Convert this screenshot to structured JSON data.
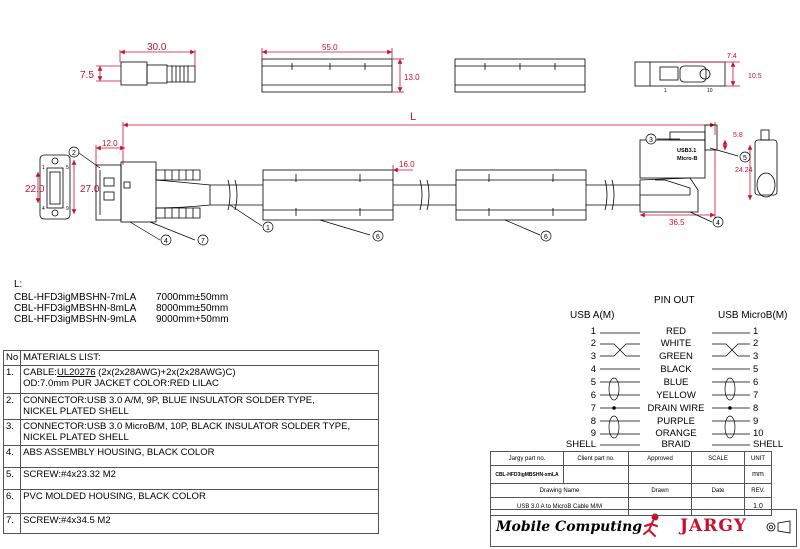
{
  "dimensions": {
    "top_conn_len": "30.0",
    "top_conn_h": "7.5",
    "housing_len": "55.0",
    "housing_h": "13.0",
    "micro_w": "7.4",
    "micro_h": "10.5",
    "micro_pin1": "1",
    "micro_pin10": "10",
    "overall_len": "L",
    "side_12": "12.0",
    "side_22": "22.0",
    "side_27": "27.0",
    "pin5": "5",
    "pin9": "9",
    "pin1": "1",
    "pin4": "4",
    "housing_16": "16.0",
    "ra_58": "5.8",
    "ra_2424": "24.24",
    "ra_365": "36.5",
    "plug_label1": "USB3.1",
    "plug_label2": "Micro-B"
  },
  "callouts": [
    "1",
    "2",
    "3",
    "4",
    "5",
    "6",
    "7"
  ],
  "lengths": {
    "heading": "L:",
    "rows": [
      {
        "part": "CBL-HFD3igMBSHN-7mLA",
        "len": "7000mm±50mm"
      },
      {
        "part": "CBL-HFD3igMBSHN-8mLA",
        "len": "8000mm±50mm"
      },
      {
        "part": "CBL-HFD3igMBSHN-9mLA",
        "len": "9000mm+50mm"
      }
    ]
  },
  "pinout": {
    "title": "PIN OUT",
    "left_header": "USB A(M)",
    "right_header": "USB MicroB(M)",
    "rows": [
      {
        "l": "1",
        "color": "RED",
        "r": "1"
      },
      {
        "l": "2",
        "color": "WHITE",
        "r": "2"
      },
      {
        "l": "3",
        "color": "GREEN",
        "r": "3"
      },
      {
        "l": "4",
        "color": "BLACK",
        "r": "5"
      },
      {
        "l": "5",
        "color": "BLUE",
        "r": "6"
      },
      {
        "l": "6",
        "color": "YELLOW",
        "r": "7"
      },
      {
        "l": "7",
        "color": "DRAIN WIRE",
        "r": "8"
      },
      {
        "l": "8",
        "color": "PURPLE",
        "r": "9"
      },
      {
        "l": "9",
        "color": "ORANGE",
        "r": "10"
      },
      {
        "l": "SHELL",
        "color": "BRAID",
        "r": "SHELL"
      }
    ]
  },
  "materials": {
    "no_header": "No",
    "title": "MATERIALS LIST:",
    "items": [
      {
        "no": "1.",
        "prefix": "CABLE:",
        "link": "UL20276",
        "rest": " (2x(2x28AWG)+2x(2x28AWG)C)",
        "line2": "OD:7.0mm  PUR JACKET COLOR:RED LILAC"
      },
      {
        "no": "2.",
        "prefix": "CONNECTOR:USB 3.0 A/M, 9P, BLUE INSULATOR SOLDER TYPE,",
        "link": "",
        "rest": "",
        "line2": "NICKEL PLATED SHELL"
      },
      {
        "no": "3.",
        "prefix": "CONNECTOR:USB 3.0 MicroB/M, 10P, BLACK INSULATOR SOLDER TYPE,",
        "link": "",
        "rest": "",
        "line2": "NICKEL PLATED SHELL"
      },
      {
        "no": "4.",
        "prefix": "ABS ASSEMBLY HOUSING, BLACK COLOR",
        "link": "",
        "rest": "",
        "line2": ""
      },
      {
        "no": "5.",
        "prefix": "SCREW:#4x23.32 M2",
        "link": "",
        "rest": "",
        "line2": ""
      },
      {
        "no": "6.",
        "prefix": "PVC MOLDED HOUSING, BLACK COLOR",
        "link": "",
        "rest": "",
        "line2": ""
      },
      {
        "no": "7.",
        "prefix": "SCREW:#4x34.5 M2",
        "link": "",
        "rest": "",
        "line2": ""
      }
    ]
  },
  "title_block": {
    "h_part": "Jargy part no.",
    "h_client": "Client part no.",
    "h_approved": "Approved",
    "h_scale": "SCALE",
    "h_unit": "UNIT",
    "part_no": "CBL-HFD3igMBSHN-xmLA",
    "unit": "mm",
    "h_drawing": "Drawing Name",
    "h_drawn": "Drawn",
    "h_date": "Date",
    "h_rev": "REV.",
    "drawing_name": "USB 3.0 A to MicroB Cable M/M",
    "rev": "1.0"
  },
  "logos": {
    "mc_1": "Mobile",
    "mc_2": "Computing",
    "jargy": "JARGY"
  },
  "colors": {
    "dimension": "#c8102e",
    "line": "#000000",
    "grid": "#555555"
  }
}
